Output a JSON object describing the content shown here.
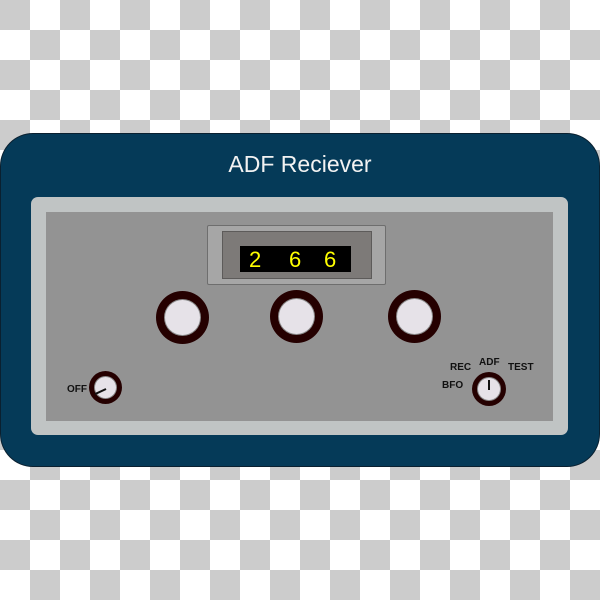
{
  "device": {
    "title": "ADF Reciever",
    "display": {
      "digits": [
        "2",
        "6",
        "6"
      ],
      "digit_color": "#ffff00"
    },
    "tuning_knobs": [
      {
        "id": "knob-1"
      },
      {
        "id": "knob-2"
      },
      {
        "id": "knob-3"
      }
    ],
    "power_switch": {
      "label": "OFF"
    },
    "mode_selector": {
      "labels": {
        "bfo": "BFO",
        "rec": "REC",
        "adf": "ADF",
        "test": "TEST"
      },
      "selected": "ADF"
    }
  },
  "colors": {
    "housing": "#053a58",
    "bezel": "#c0c4c4",
    "face": "#939393",
    "knob_ring": "#250000"
  }
}
